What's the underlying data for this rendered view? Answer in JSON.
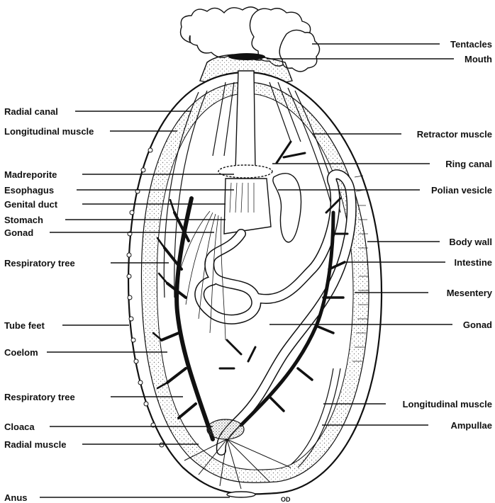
{
  "diagram": {
    "colors": {
      "ink": "#111111",
      "paper": "#ffffff",
      "stipple": "#bdbdbd"
    },
    "left_labels": [
      {
        "key": "radial-canal",
        "text": "Radial canal"
      },
      {
        "key": "longitudinal-muscle-left",
        "text": "Longitudinal muscle"
      },
      {
        "key": "madreporite",
        "text": "Madreporite"
      },
      {
        "key": "esophagus",
        "text": "Esophagus"
      },
      {
        "key": "genital-duct",
        "text": "Genital duct"
      },
      {
        "key": "stomach",
        "text": "Stomach"
      },
      {
        "key": "gonad-left",
        "text": "Gonad"
      },
      {
        "key": "respiratory-tree-upper",
        "text": "Respiratory tree"
      },
      {
        "key": "tube-feet",
        "text": "Tube feet"
      },
      {
        "key": "coelom",
        "text": "Coelom"
      },
      {
        "key": "respiratory-tree-lower",
        "text": "Respiratory tree"
      },
      {
        "key": "cloaca",
        "text": "Cloaca"
      },
      {
        "key": "radial-muscle",
        "text": "Radial muscle"
      },
      {
        "key": "anus",
        "text": "Anus"
      }
    ],
    "right_labels": [
      {
        "key": "tentacles",
        "text": "Tentacles"
      },
      {
        "key": "mouth",
        "text": "Mouth"
      },
      {
        "key": "retractor-muscle",
        "text": "Retractor muscle"
      },
      {
        "key": "ring-canal",
        "text": "Ring canal"
      },
      {
        "key": "polian-vesicle",
        "text": "Polian vesicle"
      },
      {
        "key": "body-wall",
        "text": "Body wall"
      },
      {
        "key": "intestine",
        "text": "Intestine"
      },
      {
        "key": "mesentery",
        "text": "Mesentery"
      },
      {
        "key": "gonad-right",
        "text": "Gonad"
      },
      {
        "key": "longitudinal-muscle-right",
        "text": "Longitudinal muscle"
      },
      {
        "key": "ampullae",
        "text": "Ampullae"
      }
    ],
    "signature": "OD"
  }
}
